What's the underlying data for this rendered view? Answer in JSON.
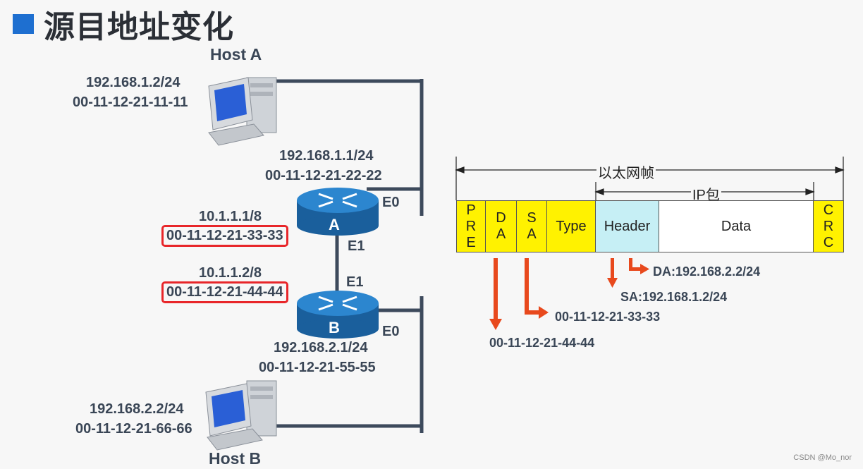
{
  "title": "源目地址变化",
  "host_a": {
    "name": "Host A",
    "ip": "192.168.1.2/24",
    "mac": "00-11-12-21-11-11"
  },
  "host_b": {
    "name": "Host B",
    "ip": "192.168.2.2/24",
    "mac": "00-11-12-21-66-66"
  },
  "router_a": {
    "label": "A",
    "e0_ip": "192.168.1.1/24",
    "e0_mac": "00-11-12-21-22-22",
    "e0_name": "E0",
    "e1_ip": "10.1.1.1/8",
    "e1_mac": "00-11-12-21-33-33",
    "e1_name": "E1"
  },
  "router_b": {
    "label": "B",
    "e1_ip": "10.1.1.2/8",
    "e1_mac": "00-11-12-21-44-44",
    "e1_name": "E1",
    "e0_ip": "192.168.2.1/24",
    "e0_mac": "00-11-12-21-55-55",
    "e0_name": "E0"
  },
  "frame": {
    "ethernet_label": "以太网帧",
    "ip_packet_label": "IP包",
    "pre": [
      "P",
      "R",
      "E"
    ],
    "da": [
      "D",
      "A"
    ],
    "sa": [
      "S",
      "A"
    ],
    "type": "Type",
    "header": "Header",
    "data": "Data",
    "crc": [
      "C",
      "R",
      "C"
    ]
  },
  "annotations": {
    "dst_ip": "DA:192.168.2.2/24",
    "src_ip": "SA:192.168.1.2/24",
    "src_mac": "00-11-12-21-33-33",
    "dst_mac": "00-11-12-21-44-44"
  },
  "colors": {
    "field_yellow": "#fff200",
    "header_blue": "#c6eff5",
    "arrow_orange": "#e8491d",
    "highlight_red": "#e8262a",
    "router_blue": "#1f6fb2",
    "title_square": "#1e6fd0"
  },
  "watermark": "CSDN @Mo_nor"
}
